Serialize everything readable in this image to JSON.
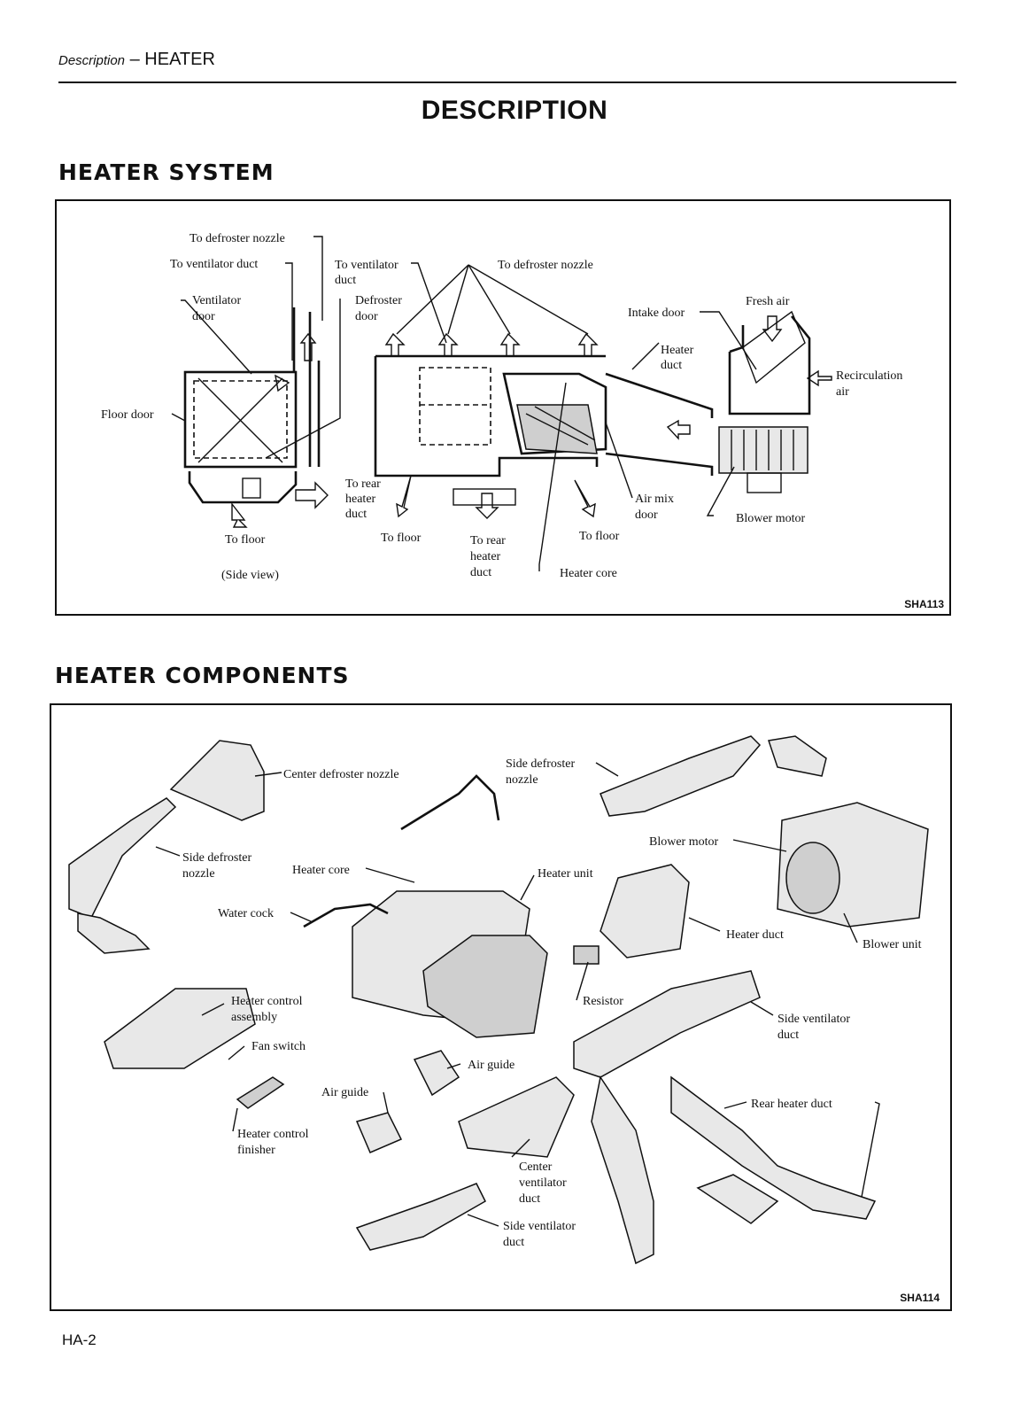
{
  "header": {
    "section_italic": "Description",
    "section_sep": " – ",
    "section_name": "HEATER"
  },
  "page_title": "DESCRIPTION",
  "heater_system": {
    "title": "HEATER SYSTEM",
    "figure_code": "SHA113",
    "labels": {
      "to_defroster_nozzle_left": "To defroster nozzle",
      "to_ventilator_duct_left": "To ventilator duct",
      "ventilator_door_1": "Ventilator",
      "ventilator_door_2": "door",
      "floor_door": "Floor door",
      "to_ventilator_center_1": "To ventilator",
      "to_ventilator_center_2": "duct",
      "defroster_door_1": "Defroster",
      "defroster_door_2": "door",
      "to_defroster_nozzle_center": "To defroster nozzle",
      "intake_door": "Intake door",
      "fresh_air": "Fresh air",
      "heater_duct_1": "Heater",
      "heater_duct_2": "duct",
      "recirculation_1": "Recirculation",
      "recirculation_2": "air",
      "to_rear_heater_duct_left_1": "To rear",
      "to_rear_heater_duct_left_2": "heater",
      "to_rear_heater_duct_left_3": "duct",
      "air_mix_door_1": "Air mix",
      "air_mix_door_2": "door",
      "blower_motor": "Blower motor",
      "to_floor_left": "To floor",
      "to_floor_center": "To floor",
      "to_rear_heater_duct_center_1": "To rear",
      "to_rear_heater_duct_center_2": "heater",
      "to_rear_heater_duct_center_3": "duct",
      "to_floor_right": "To floor",
      "heater_core": "Heater core",
      "side_view": "(Side view)"
    }
  },
  "heater_components": {
    "title": "HEATER COMPONENTS",
    "figure_code": "SHA114",
    "labels": {
      "center_defroster_nozzle": "Center defroster nozzle",
      "side_defroster_nozzle_right_1": "Side defroster",
      "side_defroster_nozzle_right_2": "nozzle",
      "side_defroster_nozzle_left_1": "Side defroster",
      "side_defroster_nozzle_left_2": "nozzle",
      "heater_core": "Heater core",
      "blower_motor": "Blower motor",
      "heater_unit": "Heater unit",
      "water_cock": "Water cock",
      "heater_duct": "Heater duct",
      "blower_unit": "Blower unit",
      "heater_control_assembly_1": "Heater control",
      "heater_control_assembly_2": "assembly",
      "resistor": "Resistor",
      "side_ventilator_duct_right_1": "Side ventilator",
      "side_ventilator_duct_right_2": "duct",
      "fan_switch": "Fan switch",
      "air_guide_1": "Air guide",
      "air_guide_2": "Air guide",
      "rear_heater_duct": "Rear heater duct",
      "heater_control_finisher_1": "Heater control",
      "heater_control_finisher_2": "finisher",
      "center_ventilator_duct_1": "Center",
      "center_ventilator_duct_2": "ventilator",
      "center_ventilator_duct_3": "duct",
      "side_ventilator_duct_bottom_1": "Side ventilator",
      "side_ventilator_duct_bottom_2": "duct"
    }
  },
  "page_number": "HA-2"
}
